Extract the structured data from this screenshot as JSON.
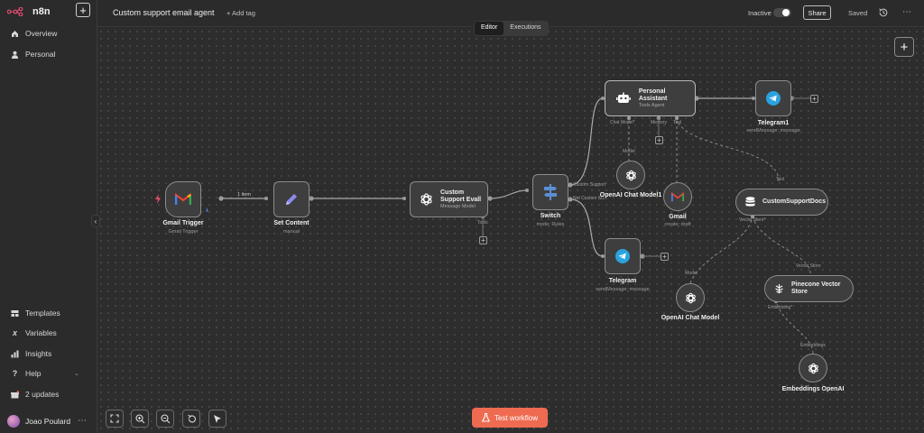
{
  "app": {
    "brand": "n8n"
  },
  "sidebar": {
    "nav": [
      {
        "label": "Overview",
        "icon": "home-icon"
      },
      {
        "label": "Personal",
        "icon": "user-icon"
      }
    ],
    "bottom": [
      {
        "label": "Templates",
        "icon": "templates-icon"
      },
      {
        "label": "Variables",
        "icon": "variables-icon"
      },
      {
        "label": "Insights",
        "icon": "insights-icon"
      },
      {
        "label": "Help",
        "icon": "help-icon"
      },
      {
        "label": "2 updates",
        "icon": "gift-icon"
      }
    ],
    "user": {
      "name": "Joao Poulard"
    }
  },
  "header": {
    "title": "Custom support email agent",
    "add_tag": "+ Add tag",
    "status": "Inactive",
    "share": "Share",
    "saved": "Saved",
    "tabs": [
      "Editor",
      "Executions"
    ]
  },
  "nodes": {
    "gmail_trigger": {
      "title": "Gmail Trigger",
      "sub": "Gmail Trigger"
    },
    "set_content": {
      "title": "Set Content",
      "sub": "manual"
    },
    "eval": {
      "title": "Custom Support Evall",
      "sub": "Message Model",
      "port": "Tools"
    },
    "switch": {
      "title": "Switch",
      "sub": "mode: Rules",
      "out1": "Custom Support",
      "out2": "Not Custom Su..."
    },
    "assistant": {
      "title": "Personal Assistant",
      "sub": "Tools Agent",
      "ports": [
        "Chat Model*",
        "Memory",
        "Tool"
      ]
    },
    "telegram1": {
      "title": "Telegram1",
      "sub": "sendMessage: message"
    },
    "openai_model1": {
      "title": "OpenAI Chat Model1",
      "port": "Model"
    },
    "gmail": {
      "title": "Gmail",
      "sub": "create: draft"
    },
    "docs": {
      "title": "CustomSupportDocs",
      "in_port": "Tool",
      "port": "Vector Store*"
    },
    "telegram": {
      "title": "Telegram",
      "sub": "sendMessage: message"
    },
    "openai_model": {
      "title": "OpenAI Chat Model",
      "port": "Model"
    },
    "pinecone": {
      "title": "Pinecone Vector Store",
      "in_port": "Vector Store",
      "port": "Embedding*"
    },
    "embeddings": {
      "title": "Embeddings OpenAI",
      "port": "Embeddings"
    }
  },
  "edges": {
    "item_count": "1 item"
  },
  "footer": {
    "test_button": "Test workflow"
  },
  "colors": {
    "accent": "#ee6b52",
    "node_bg": "#3e3e3e",
    "canvas_bg": "#2d2d2d"
  }
}
